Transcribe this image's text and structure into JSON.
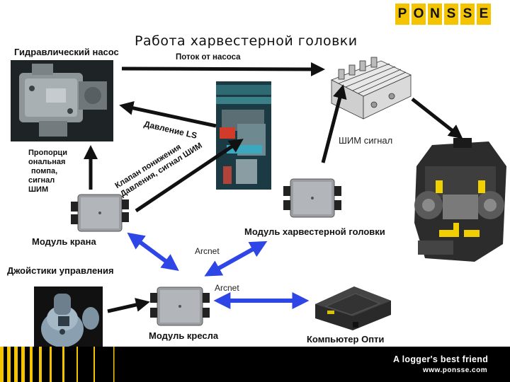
{
  "title": "Работа харвестерной головки",
  "logo": [
    "P",
    "O",
    "N",
    "S",
    "S",
    "E"
  ],
  "labels": {
    "pump": "Гидравлический насос",
    "flow": "Поток от насоса",
    "ls_pressure": "Давление LS",
    "pwm_signal": "ШИМ сигнал",
    "proportional_pump": [
      "Пропорци",
      "ональная",
      "помпа,",
      "сигнал",
      "ШИМ"
    ],
    "pressure_valve": [
      "Клапан понижения",
      "Давления, сигнал ШИМ"
    ],
    "crane_module": "Модуль крана",
    "head_module": "Модуль харвестерной головки",
    "arcnet_1": "Arcnet",
    "arcnet_2": "Arcnet",
    "joysticks": "Джойстики управления",
    "seat_module": "Модуль кресла",
    "opti_computer": "Компьютер Опти"
  },
  "footer": {
    "slogan": "A logger's best friend",
    "website": "www.ponsse.com"
  },
  "colors": {
    "logo_yellow": "#f5c400",
    "arcnet_arrow": "#2e46e6",
    "signal_arrow": "#111111"
  }
}
